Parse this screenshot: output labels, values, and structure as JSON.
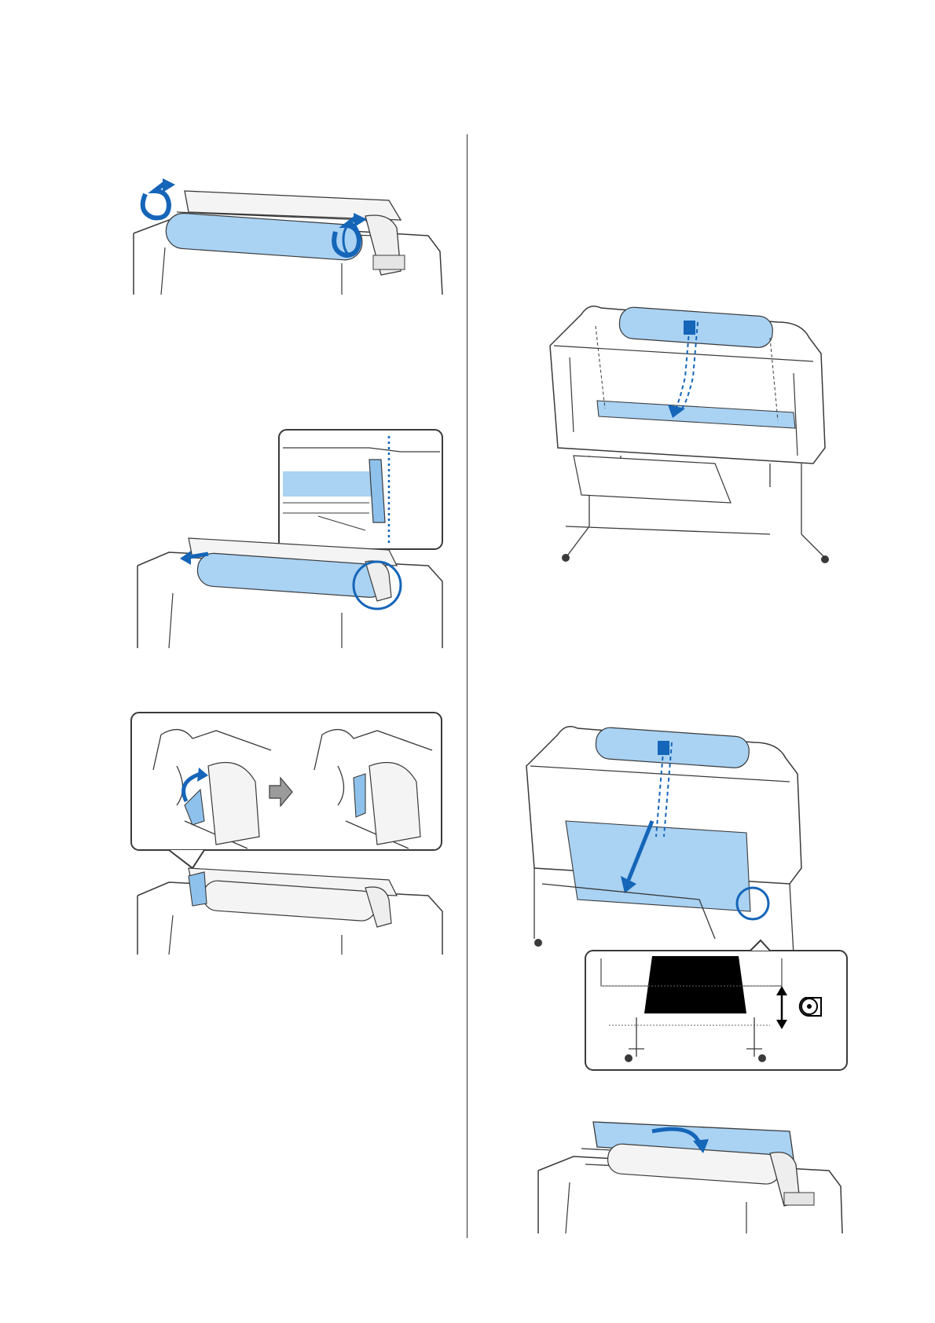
{
  "page": {
    "column_divider": true
  },
  "colors": {
    "paper_blue": "#a9d2f3",
    "accent_blue": "#1565b8",
    "line": "#3a3a3a",
    "arrow_gray": "#9b9b9b"
  },
  "figures": [
    {
      "id": "fig-1",
      "icon": "rotate-roll-arrows-icon"
    },
    {
      "id": "fig-2",
      "icon": "align-roll-edge-icon"
    },
    {
      "id": "fig-3",
      "icon": "lower-lock-lever-icon"
    },
    {
      "id": "fig-4",
      "icon": "paper-feed-path-icon"
    },
    {
      "id": "fig-5",
      "icon": "paper-into-basket-icon",
      "roll_icon": "paper-roll-icon"
    },
    {
      "id": "fig-6",
      "icon": "close-roll-cover-icon"
    }
  ]
}
